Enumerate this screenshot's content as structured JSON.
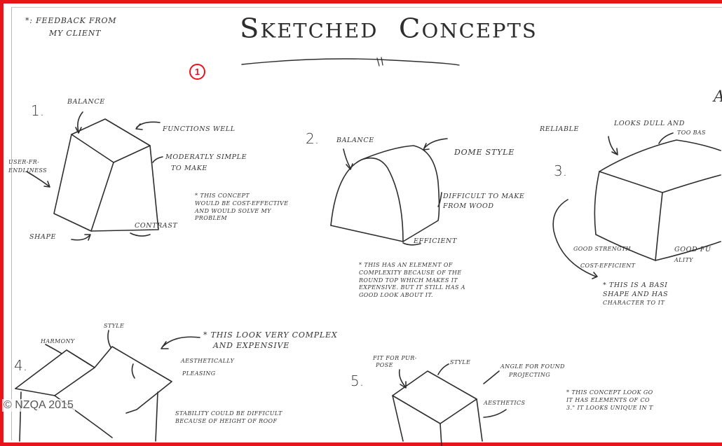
{
  "header": {
    "legend": [
      "*: FEEDBACK FROM",
      "MY CLIENT"
    ],
    "title_first_initial": "S",
    "title_first_rest": "KETCHED",
    "title_second_initial": "C",
    "title_second_rest": "ONCEPTS",
    "badge": "1",
    "page_edge_letter": "A"
  },
  "concepts": [
    {
      "number": "1.",
      "labels": [
        "BALANCE",
        "FUNCTIONS WELL",
        "MODERATLY SIMPLE",
        "TO MAKE",
        "USER-FR-",
        "ENDLINESS",
        "CONTRAST",
        "SHAPE"
      ],
      "note": [
        "* THIS CONCEPT",
        "WOULD BE COST-EFFECTIVE",
        "AND WOULD SOLVE MY",
        "PROBLEM"
      ]
    },
    {
      "number": "2.",
      "labels": [
        "BALANCE",
        "DOME STYLE",
        "DIFFICULT TO MAKE",
        "FROM WOOD",
        "EFFICIENT"
      ],
      "note": [
        "* THIS HAS AN ELEMENT OF",
        "COMPLEXITY BECAUSE OF THE",
        "ROUND TOP WHICH MAKES IT",
        "EXPENSIVE. BUT IT STILL HAS A",
        "GOOD LOOK ABOUT IT."
      ]
    },
    {
      "number": "3.",
      "labels": [
        "RELIABLE",
        "LOOKS DULL AND",
        "TOO BAS",
        "GOOD STRENGTH",
        "GOOD FU",
        "COST-EFFICIENT",
        "ALITY"
      ],
      "note": [
        "* THIS IS A BASI",
        "SHAPE AND HAS",
        "CHARACTER TO IT"
      ]
    },
    {
      "number": "4.",
      "labels": [
        "STYLE",
        "HARMONY",
        "AESTHETICALLY",
        "PLEASING"
      ],
      "note": [
        "* THIS LOOK VERY COMPLEX",
        "AND EXPENSIVE"
      ],
      "note2": [
        "STABILITY COULD BE DIFFICULT",
        "BECAUSE OF HEIGHT OF ROOF"
      ]
    },
    {
      "number": "5.",
      "labels": [
        "FIT FOR PUR-",
        "POSE",
        "STYLE",
        "ANGLE FOR FOUND",
        "PROJECTING",
        "AESTHETICS"
      ],
      "note": [
        "* THIS CONCEPT LOOK GO",
        "IT HAS ELEMENTS OF CO",
        "3.\" IT LOOKS UNIQUE IN T"
      ]
    }
  ],
  "footer": {
    "copyright": "© NZQA 2015"
  },
  "colors": {
    "frame": "#e8141b",
    "ink": "#2d2d2d"
  }
}
